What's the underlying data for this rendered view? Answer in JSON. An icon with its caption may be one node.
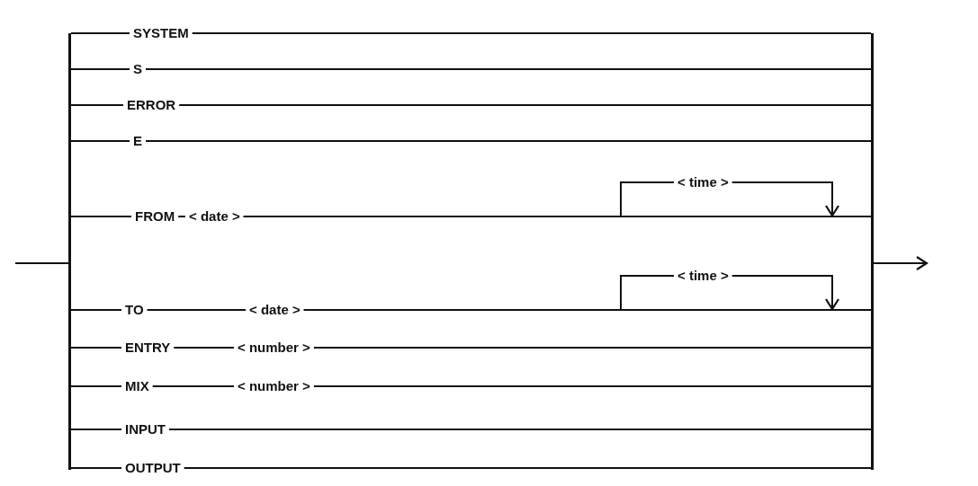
{
  "diagram": {
    "nodes": [
      {
        "text": [],
        "shape": "bar"
      },
      {
        "text": [
          "SYSTEM"
        ]
      },
      {
        "text": [
          "S"
        ]
      },
      {
        "text": [
          "ERROR"
        ]
      },
      {
        "text": [
          "E"
        ]
      },
      {
        "text": [
          "FROM"
        ]
      },
      {
        "text": [
          "< date >"
        ]
      },
      {
        "text": [
          "< time >"
        ]
      },
      {
        "text": [
          "TO"
        ]
      },
      {
        "text": [
          "< date >"
        ]
      },
      {
        "text": [
          "< time >"
        ]
      },
      {
        "text": [
          "ENTRY"
        ]
      },
      {
        "text": [
          "< number >"
        ]
      },
      {
        "text": [
          "MIX"
        ]
      },
      {
        "text": [
          "< number >"
        ]
      },
      {
        "text": [
          "INPUT"
        ]
      },
      {
        "text": [
          "OUTPUT"
        ]
      },
      {
        "text": [],
        "shape": "bar"
      }
    ],
    "edges": [
      {
        "from": null,
        "to": 0,
        "arrow": "none"
      },
      {
        "from": 0,
        "to": 1,
        "arrow": "none"
      },
      {
        "from": 0,
        "to": 2,
        "arrow": "none"
      },
      {
        "from": 0,
        "to": 3,
        "arrow": "none"
      },
      {
        "from": 0,
        "to": 4,
        "arrow": "none"
      },
      {
        "from": 0,
        "to": 5,
        "arrow": "none"
      },
      {
        "from": 0,
        "to": 8,
        "arrow": "none"
      },
      {
        "from": 0,
        "to": 11,
        "arrow": "none"
      },
      {
        "from": 0,
        "to": 13,
        "arrow": "none"
      },
      {
        "from": 0,
        "to": 15,
        "arrow": "none"
      },
      {
        "from": 0,
        "to": 16,
        "arrow": "none"
      },
      {
        "from": 1,
        "to": 17,
        "arrow": "none"
      },
      {
        "from": 2,
        "to": 17,
        "arrow": "none"
      },
      {
        "from": 3,
        "to": 17,
        "arrow": "none"
      },
      {
        "from": 4,
        "to": 17,
        "arrow": "none"
      },
      {
        "from": 5,
        "to": 6,
        "arrow": "none"
      },
      {
        "from": 6,
        "to": 17,
        "arrow": "none"
      },
      {
        "from": 6,
        "to": 7,
        "arrow": "none"
      },
      {
        "from": 7,
        "to": null,
        "arrow": "to"
      },
      {
        "from": 8,
        "to": 9,
        "arrow": "none"
      },
      {
        "from": 9,
        "to": 17,
        "arrow": "none"
      },
      {
        "from": 9,
        "to": 10,
        "arrow": "none"
      },
      {
        "from": 10,
        "to": null,
        "arrow": "to"
      },
      {
        "from": 11,
        "to": 12,
        "arrow": "none"
      },
      {
        "from": 12,
        "to": 17,
        "arrow": "none"
      },
      {
        "from": 13,
        "to": 14,
        "arrow": "none"
      },
      {
        "from": 14,
        "to": 17,
        "arrow": "none"
      },
      {
        "from": 15,
        "to": 17,
        "arrow": "none"
      },
      {
        "from": 16,
        "to": 17,
        "arrow": "none"
      },
      {
        "from": 17,
        "to": null,
        "arrow": "to"
      }
    ]
  }
}
